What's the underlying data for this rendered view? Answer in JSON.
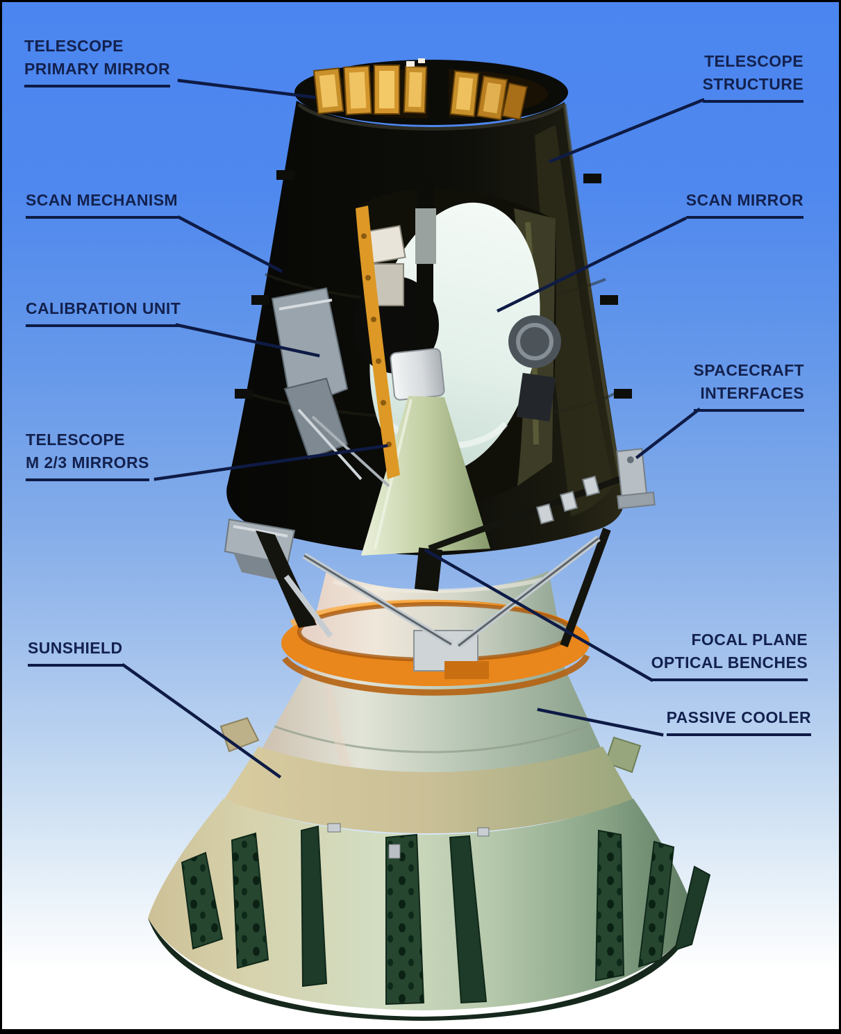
{
  "figure": {
    "description": "Cutaway rendering of a spaceborne scanning telescope radiometer instrument with annotated components",
    "colors": {
      "sky_top": "#4b85ef",
      "sky_bottom": "#ffffff",
      "label_text": "#13214e",
      "leader_line": "#0e1b45",
      "telescope_black": "#0b0b08",
      "primary_mirror_gold": "#d2952c",
      "scan_mirror_white": "#e8f2ee",
      "m23_baffle_green": "#b9c79e",
      "calibration_gray": "#9aa4ac",
      "interface_gray": "#b4bcc2",
      "ring_orange": "#e9861c",
      "cooler_silver": "#c3cdbd",
      "sunshield_green": "#9fb694",
      "rib_dark_green": "#26462f"
    },
    "labels": [
      {
        "id": "telescope-primary-mirror",
        "text": "TELESCOPE\nPRIMARY MIRROR"
      },
      {
        "id": "telescope-structure",
        "text": "TELESCOPE\nSTRUCTURE"
      },
      {
        "id": "scan-mechanism",
        "text": "SCAN MECHANISM"
      },
      {
        "id": "scan-mirror",
        "text": "SCAN MIRROR"
      },
      {
        "id": "calibration-unit",
        "text": "CALIBRATION UNIT"
      },
      {
        "id": "spacecraft-interfaces",
        "text": "SPACECRAFT\nINTERFACES"
      },
      {
        "id": "telescope-m23-mirrors",
        "text": "TELESCOPE\nM 2/3 MIRRORS"
      },
      {
        "id": "focal-plane-optical-benches",
        "text": "FOCAL PLANE\nOPTICAL BENCHES"
      },
      {
        "id": "sunshield",
        "text": "SUNSHIELD"
      },
      {
        "id": "passive-cooler",
        "text": "PASSIVE COOLER"
      }
    ],
    "components": [
      {
        "name": "telescope-structure",
        "color": "#0b0b08"
      },
      {
        "name": "telescope-primary-mirror",
        "color": "#d2952c"
      },
      {
        "name": "scan-mirror",
        "color": "#e8f2ee"
      },
      {
        "name": "scan-mechanism",
        "color": "#d9d4c8"
      },
      {
        "name": "calibration-unit",
        "color": "#9aa4ac"
      },
      {
        "name": "telescope-m23-mirrors",
        "color": "#b9c79e"
      },
      {
        "name": "spacecraft-interfaces",
        "color": "#b4bcc2"
      },
      {
        "name": "focal-plane-optical-benches",
        "color": "#d9ccc0"
      },
      {
        "name": "passive-cooler",
        "color": "#c3cdbd"
      },
      {
        "name": "orange-ring",
        "color": "#e9861c"
      },
      {
        "name": "sunshield",
        "color": "#9fb694"
      }
    ]
  }
}
